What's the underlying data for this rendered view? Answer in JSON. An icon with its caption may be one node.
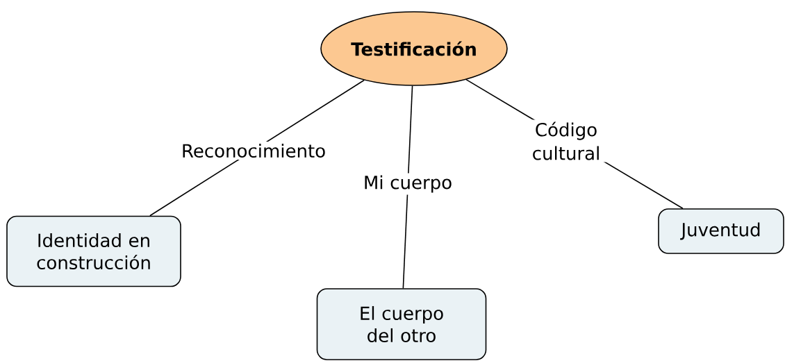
{
  "diagram": {
    "nodes": [
      {
        "text": [
          "Testificación"
        ]
      },
      {
        "text": [
          "Identidad en construcción"
        ]
      },
      {
        "text": [
          "El cuerpo del otro"
        ]
      },
      {
        "text": [
          "Juventud"
        ]
      }
    ],
    "edges": [
      {
        "from": 0,
        "to": 1,
        "arrow": "none",
        "label": "Reconocimiento"
      },
      {
        "from": 0,
        "to": 2,
        "arrow": "none",
        "label": "Mi cuerpo"
      },
      {
        "from": 0,
        "to": 3,
        "arrow": "none",
        "label": "Código cultural"
      }
    ]
  }
}
